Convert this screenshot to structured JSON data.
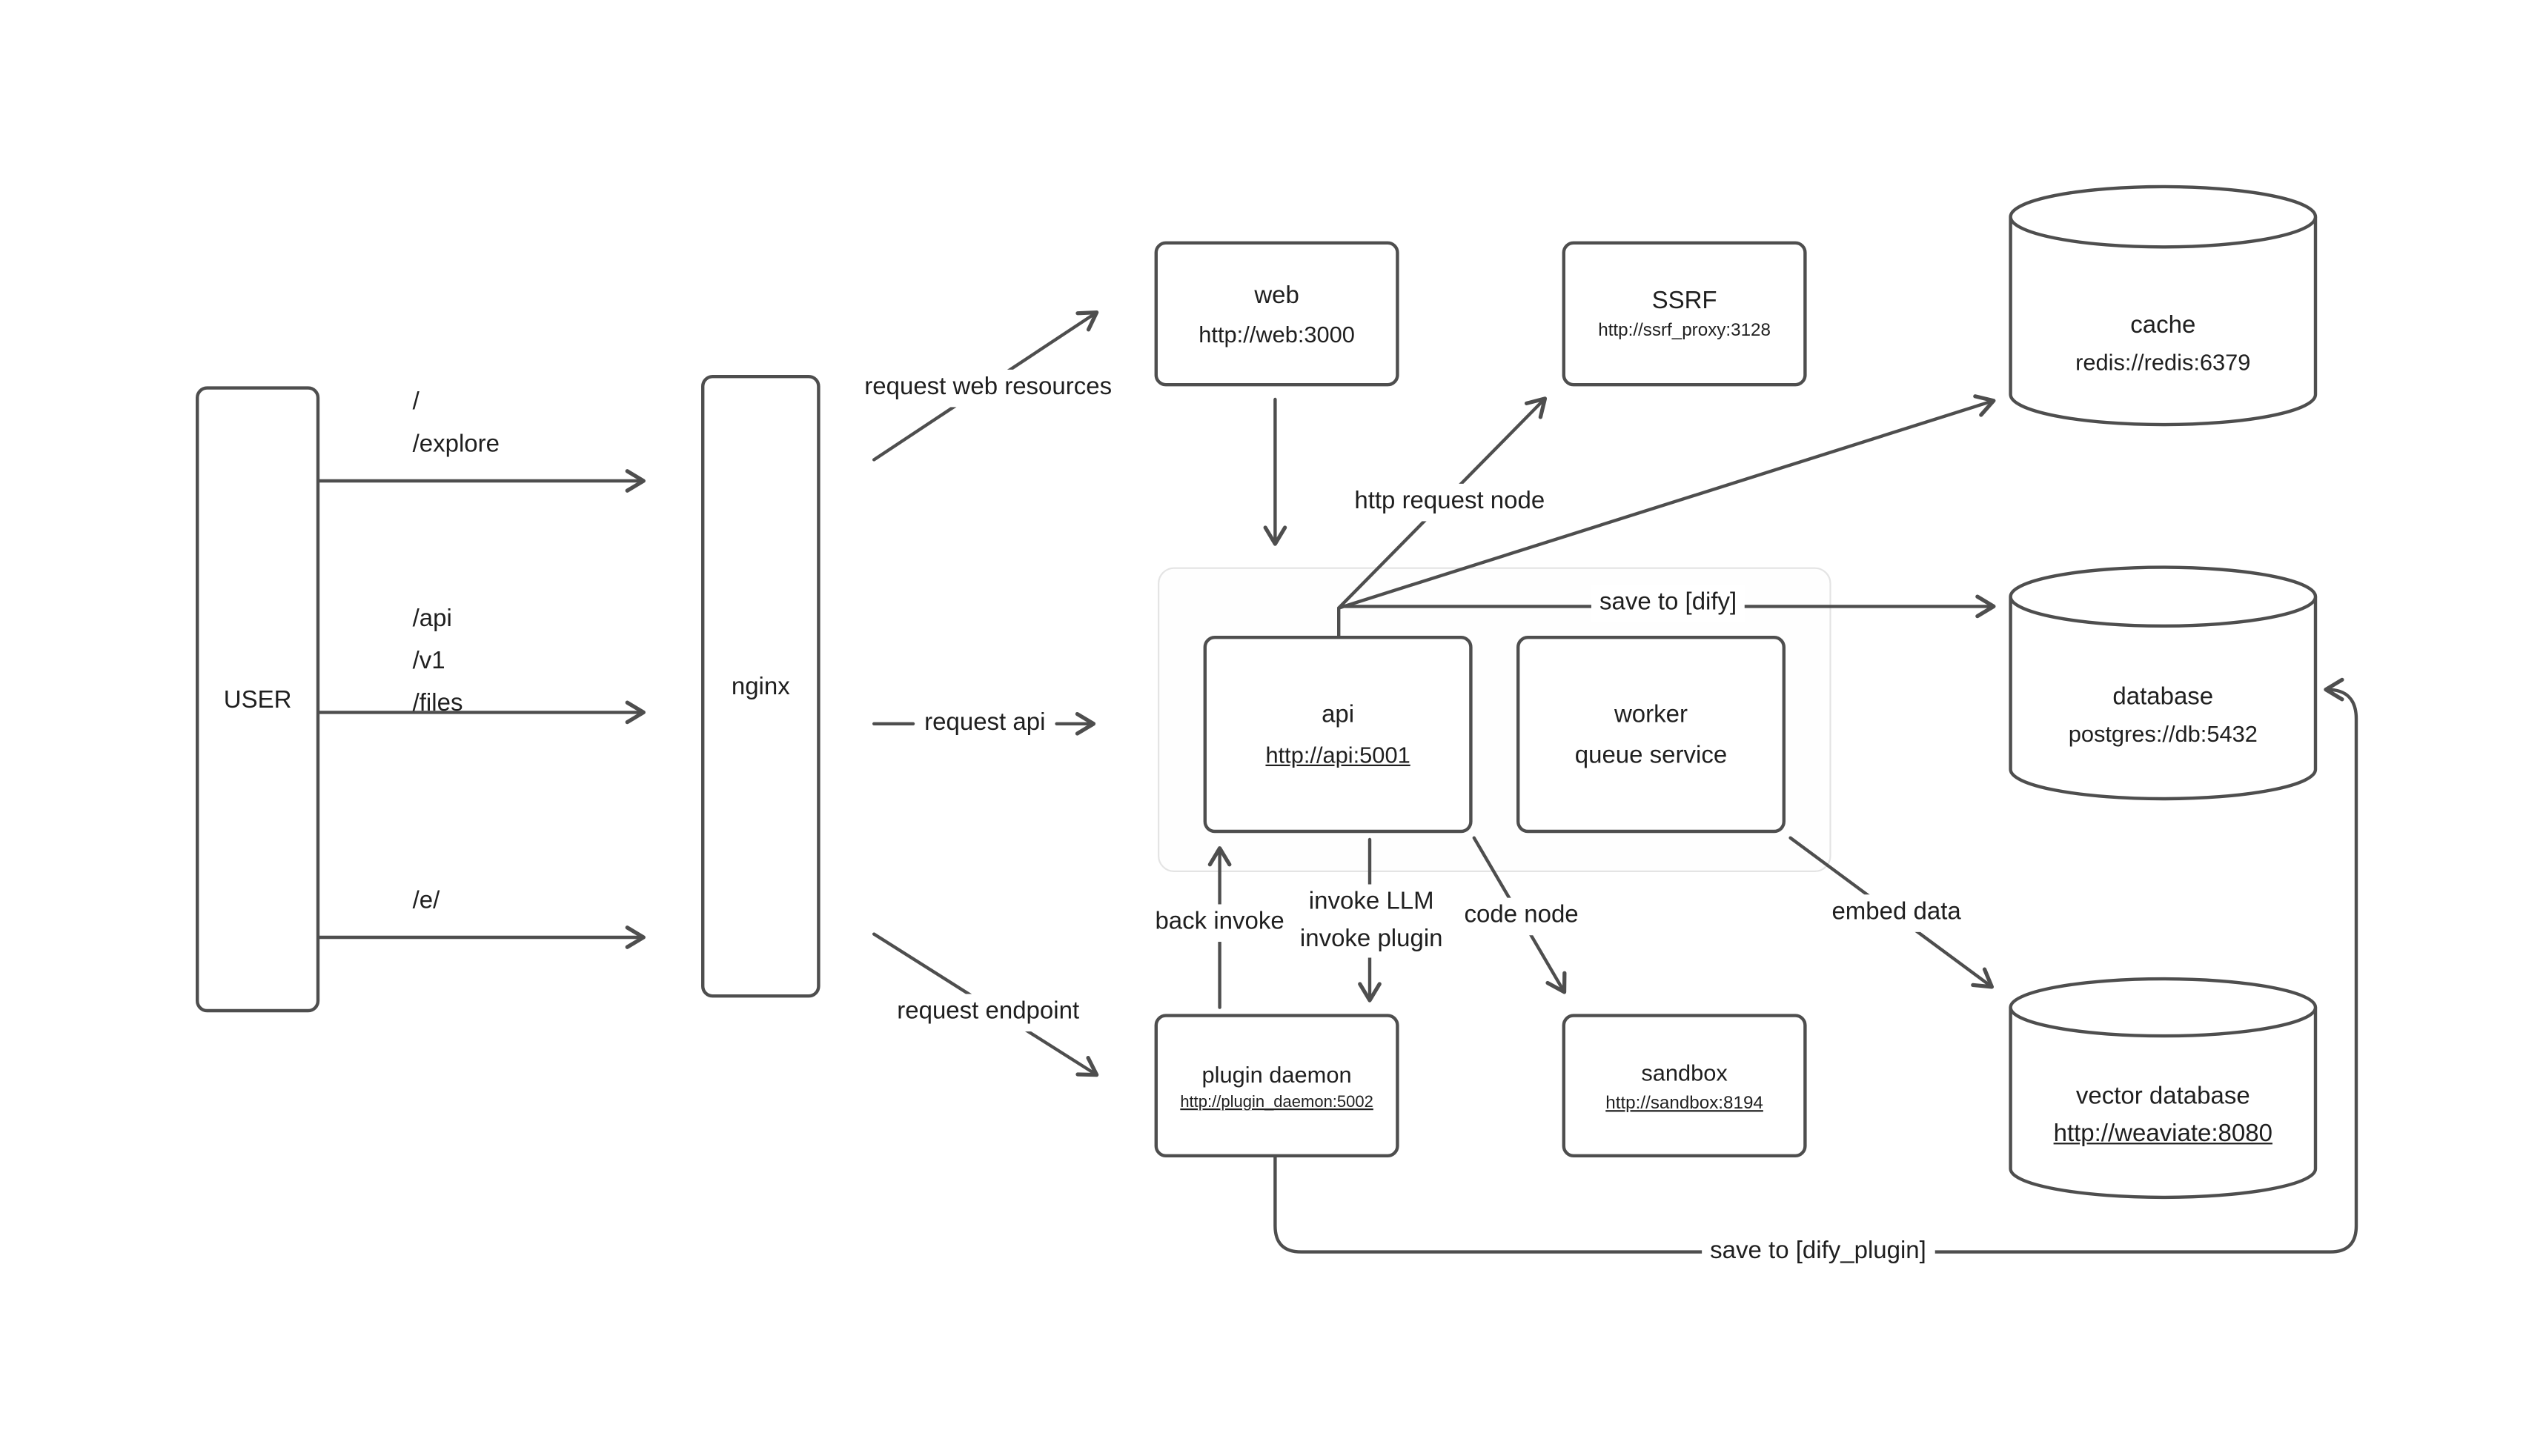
{
  "colors": {
    "stroke": "#4e4e4e",
    "text": "#1f1f1f",
    "group_border": "#e4e4e4",
    "background": "#ffffff"
  },
  "nodes": {
    "user": {
      "label": "USER"
    },
    "nginx": {
      "label": "nginx"
    },
    "web": {
      "title": "web",
      "url": "http://web:3000"
    },
    "ssrf": {
      "title": "SSRF",
      "url": "http://ssrf_proxy:3128"
    },
    "cache": {
      "title": "cache",
      "url": "redis://redis:6379"
    },
    "api": {
      "title": "api",
      "url": "http://api:5001"
    },
    "worker": {
      "title": "worker",
      "subtitle": "queue service"
    },
    "database": {
      "title": "database",
      "url": "postgres://db:5432"
    },
    "plugin_daemon": {
      "title": "plugin daemon",
      "url": "http://plugin_daemon:5002"
    },
    "sandbox": {
      "title": "sandbox",
      "url": "http://sandbox:8194"
    },
    "vector_database": {
      "title": "vector database",
      "url": "http://weaviate:8080"
    }
  },
  "edges": {
    "user_root": {
      "line1": "/",
      "line2": "/explore"
    },
    "user_api": {
      "line1": "/api",
      "line2": "/v1",
      "line3": "/files"
    },
    "user_e": {
      "label": "/e/"
    },
    "request_web": {
      "label": "request web resources"
    },
    "request_api": {
      "label": "request api"
    },
    "request_endpoint": {
      "label": "request endpoint"
    },
    "http_request_node": {
      "label": "http request node"
    },
    "save_to_dify": {
      "label": "save to [dify]"
    },
    "back_invoke": {
      "label": "back invoke"
    },
    "invoke": {
      "line1": "invoke LLM",
      "line2": "invoke plugin"
    },
    "code_node": {
      "label": "code node"
    },
    "embed_data": {
      "label": "embed data"
    },
    "save_to_dify_plugin": {
      "label": "save to [dify_plugin]"
    }
  }
}
